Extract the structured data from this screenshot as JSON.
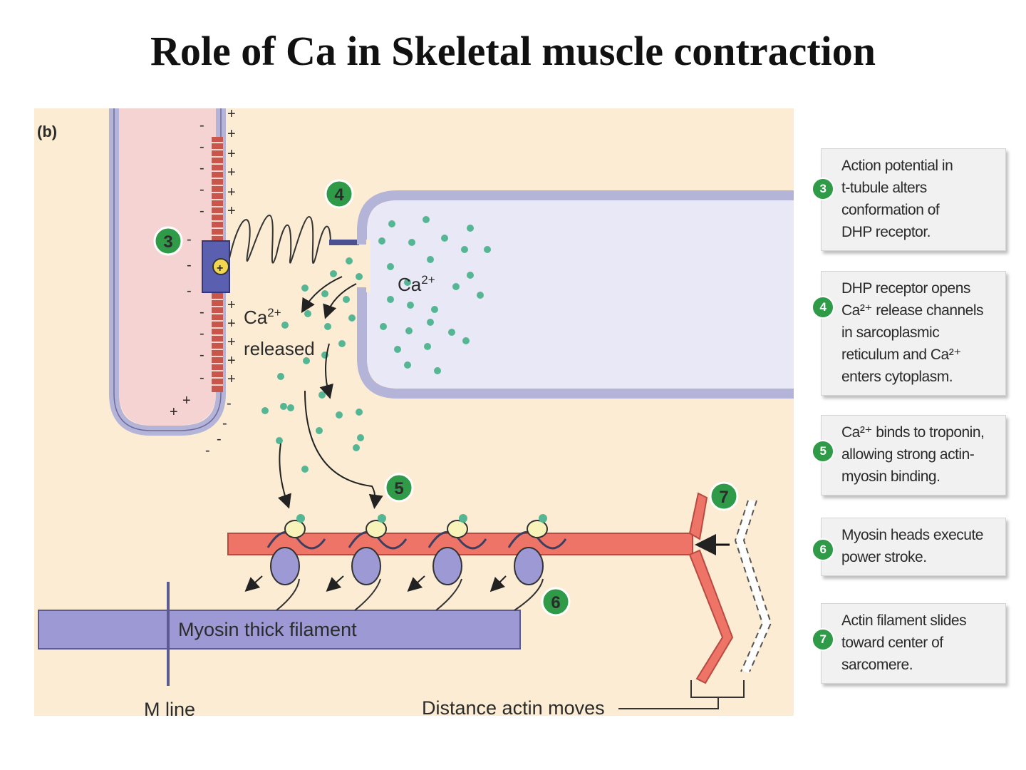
{
  "title": "Role of Ca in Skeletal muscle contraction",
  "figure": {
    "panel_label": "(b)",
    "ca_release_label_1": "Ca",
    "ca_release_label_sup": "2+",
    "ca_release_label_2": "released",
    "ca_sr_label": "Ca",
    "ca_sr_label_sup": "2+",
    "myosin_label": "Myosin thick filament",
    "m_line_label": "M line",
    "distance_label": "Distance actin moves",
    "markers": [
      "3",
      "4",
      "5",
      "6",
      "7"
    ],
    "colors": {
      "background": "#fbecd3",
      "t_tubule_fill": "#f6d3d3",
      "membrane": "#b4b3d8",
      "sr_fill": "#e9e8f6",
      "actin": "#ee7468",
      "myosin": "#9c99d4",
      "calcium_dot": "#55b694",
      "step_green": "#2f9a47"
    }
  },
  "steps": [
    {
      "number": "3",
      "text": [
        "Action potential in",
        "t-tubule alters",
        "conformation of",
        "DHP receptor."
      ]
    },
    {
      "number": "4",
      "text": [
        "DHP receptor opens",
        "Ca²⁺ release channels",
        "in sarcoplasmic",
        "reticulum and Ca²⁺",
        "enters cytoplasm."
      ]
    },
    {
      "number": "5",
      "text": [
        "Ca²⁺ binds to troponin,",
        "allowing strong actin-",
        "myosin binding."
      ]
    },
    {
      "number": "6",
      "text": [
        "Myosin heads execute",
        "power stroke."
      ]
    },
    {
      "number": "7",
      "text": [
        "Actin filament slides",
        "toward center of",
        "sarcomere."
      ]
    }
  ]
}
